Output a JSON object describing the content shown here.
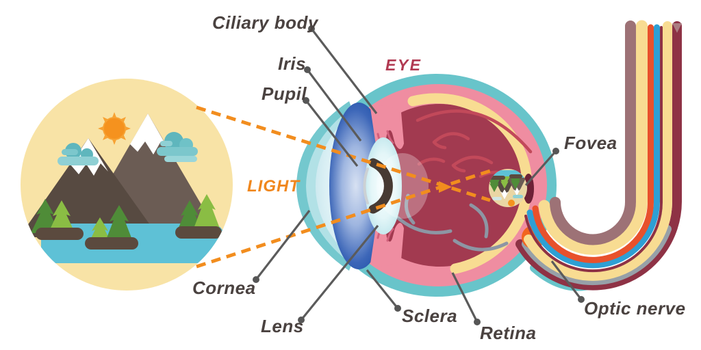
{
  "diagram": {
    "subject": "Human eye anatomy cross-section showing how light from a landscape scene is focused through the cornea, pupil and lens onto the retina and fovea, producing an inverted image, with signals leaving via the optic nerve",
    "labels": {
      "ciliary_body": "Ciliary body",
      "iris": "Iris",
      "pupil": "Pupil",
      "eye": "EYE",
      "light": "LIGHT",
      "fovea": "Fovea",
      "cornea": "Cornea",
      "lens": "Lens",
      "sclera": "Sclera",
      "retina": "Retina",
      "optic_nerve": "Optic nerve"
    },
    "palette": {
      "label_text": "#4a4240",
      "eye_label": "#b13a52",
      "light_label_and_rays": "#f0871d",
      "sclera_teal": "#68c4ca",
      "choroid_pink": "#ef8da1",
      "retina_yellow": "#f8dc92",
      "vitreous_maroon": "#a23a50",
      "vessel_red": "#c2495a",
      "vessel_gray": "#8d96a4",
      "iris_blue": "#1b4da6",
      "pupil_dark": "#473a33",
      "fovea_dark": "#6d2136",
      "optic_disc_orange": "#f2641f",
      "nerve_blue": "#2e9fd4",
      "nerve_orange": "#e8512c",
      "nerve_maroon": "#8e3245",
      "nerve_mauve": "#9d7276",
      "nerve_gray": "#97a0a8",
      "scene_bg": "#f8e3a6",
      "water": "#5ec1d6",
      "tree_dark": "#4f8c38",
      "tree_light": "#8abd44",
      "island_brown": "#5b4a3e",
      "mountain_dark": "#574a41",
      "mountain_light": "#6b5c54",
      "sun": "#f5921e",
      "cloud_teal": "#5fb6bd"
    }
  }
}
